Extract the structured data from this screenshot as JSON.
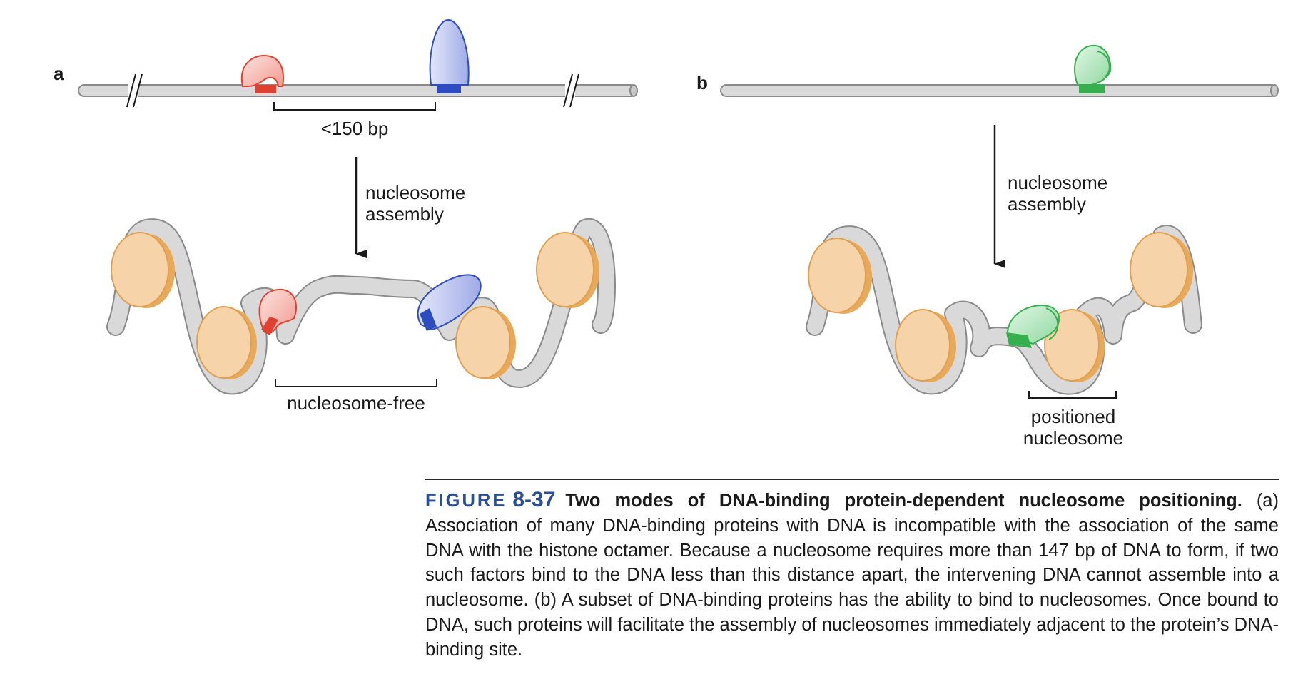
{
  "panels": {
    "a": {
      "label": "a",
      "spacing_label": "<150 bp",
      "arrow_label_line1": "nucleosome",
      "arrow_label_line2": "assembly",
      "bracket_label": "nucleosome-free"
    },
    "b": {
      "label": "b",
      "arrow_label_line1": "nucleosome",
      "arrow_label_line2": "assembly",
      "bracket_label_line1": "positioned",
      "bracket_label_line2": "nucleosome"
    }
  },
  "caption": {
    "figure_word": "FIGURE",
    "figure_number": "8-37",
    "title": "Two modes of DNA-binding protein-dependent nucleosome positioning.",
    "body": "(a) Association of many DNA-binding proteins with DNA is incompatible with the association of the same DNA with the histone octamer. Because a nucleosome requires more than 147 bp of DNA to form, if two such factors bind to the DNA less than this distance apart, the intervening DNA cannot assemble into a nucleosome. (b) A subset of DNA-binding proteins has the ability to bind to nucleosomes. Once bound to DNA, such proteins will facilitate the assembly of nucleosomes immediately adjacent to the protein’s DNA-binding site."
  },
  "colors": {
    "dna_fill": "#d9d9d9",
    "dna_stroke": "#8a8a8a",
    "histone_fill": "#f6d3a8",
    "histone_stroke": "#e0a04f",
    "red_protein": "#f2a8a0",
    "red_dark": "#e0402f",
    "blue_protein": "#b6bfea",
    "blue_dark": "#2d4cc0",
    "green_protein": "#a9e2b5",
    "green_dark": "#36b04e",
    "figure_accent": "#2a4f9a"
  }
}
